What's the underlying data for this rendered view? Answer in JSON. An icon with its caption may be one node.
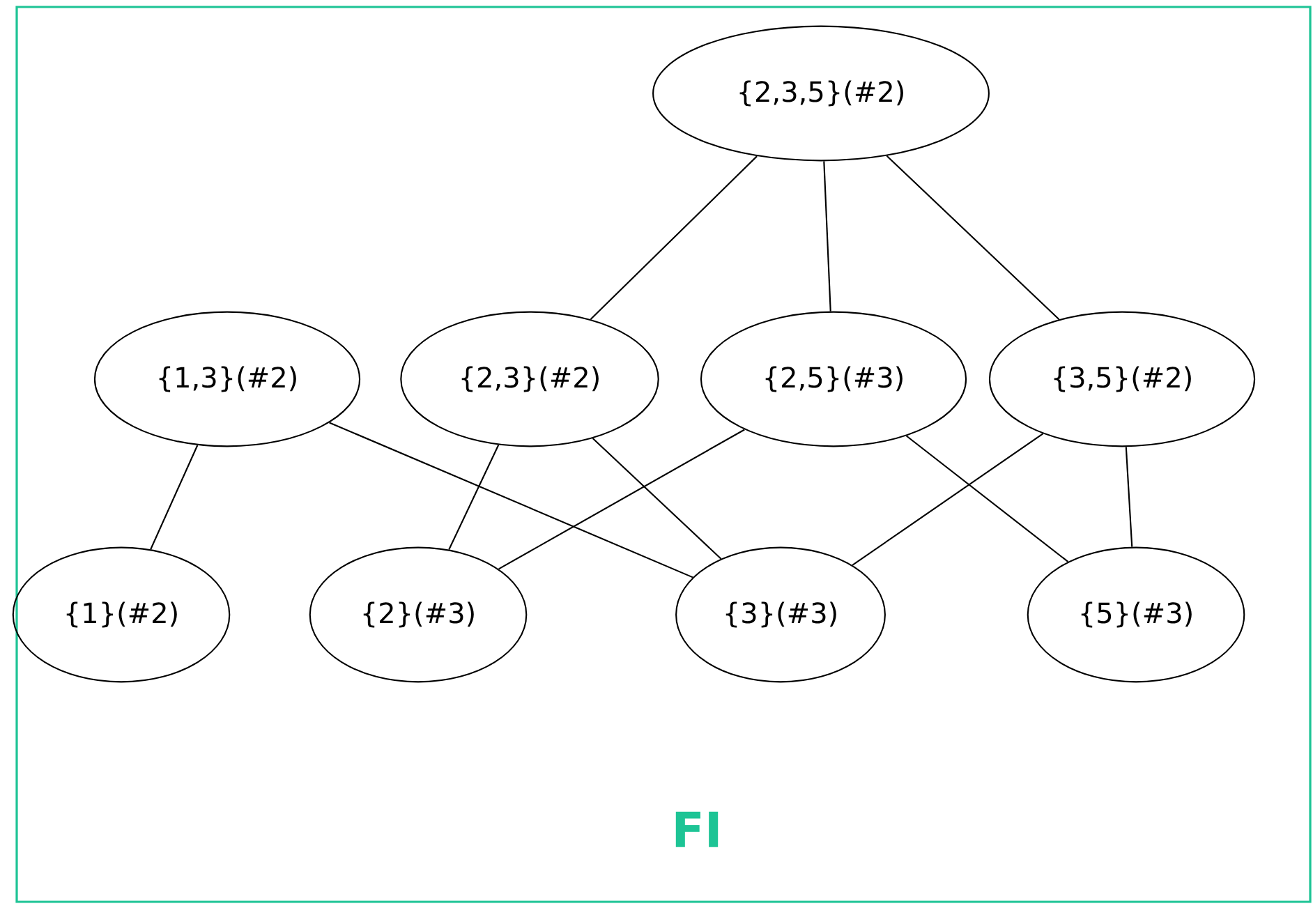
{
  "diagram": {
    "nodes": [
      {
        "text": [
          "{2,3,5}(#2)"
        ]
      },
      {
        "text": [
          "{1,3}(#2)"
        ]
      },
      {
        "text": [
          "{2,3}(#2)"
        ]
      },
      {
        "text": [
          "{2,5}(#3)"
        ]
      },
      {
        "text": [
          "{3,5}(#2)"
        ]
      },
      {
        "text": [
          "{1}(#2)"
        ]
      },
      {
        "text": [
          "{2}(#3)"
        ]
      },
      {
        "text": [
          "{3}(#3)"
        ]
      },
      {
        "text": [
          "{5}(#3)"
        ]
      }
    ],
    "edges": [
      {
        "from": 0,
        "to": 2,
        "arrow": "none"
      },
      {
        "from": 0,
        "to": 3,
        "arrow": "none"
      },
      {
        "from": 0,
        "to": 4,
        "arrow": "none"
      },
      {
        "from": 1,
        "to": 5,
        "arrow": "none"
      },
      {
        "from": 1,
        "to": 7,
        "arrow": "none"
      },
      {
        "from": 2,
        "to": 6,
        "arrow": "none"
      },
      {
        "from": 2,
        "to": 7,
        "arrow": "none"
      },
      {
        "from": 3,
        "to": 6,
        "arrow": "none"
      },
      {
        "from": 3,
        "to": 8,
        "arrow": "none"
      },
      {
        "from": 4,
        "to": 7,
        "arrow": "none"
      },
      {
        "from": 4,
        "to": 8,
        "arrow": "none"
      }
    ],
    "labels": [
      "FI"
    ]
  }
}
